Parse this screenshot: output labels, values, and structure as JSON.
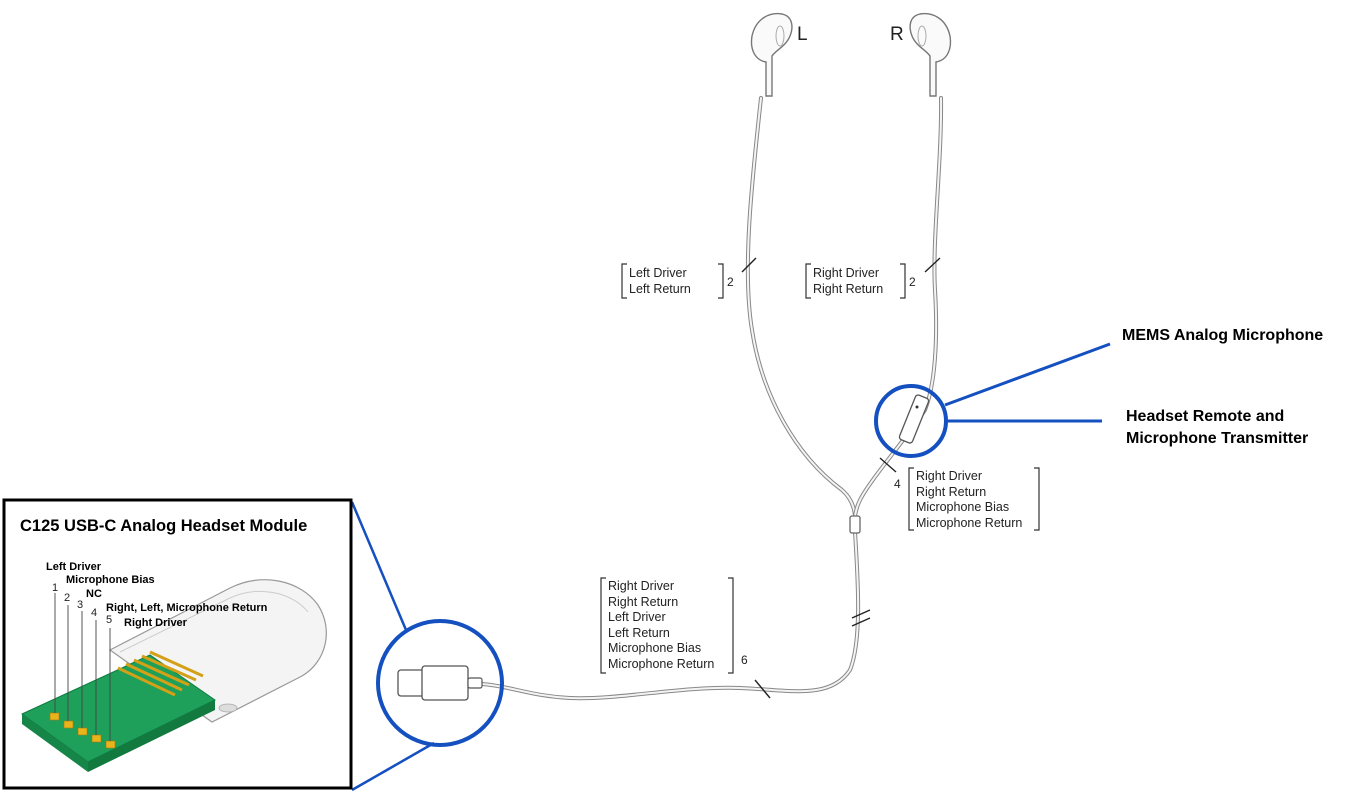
{
  "earbuds": {
    "left": "L",
    "right": "R"
  },
  "wire_groups": {
    "left_ear": {
      "lines": [
        "Left Driver",
        "Left Return"
      ],
      "count": "2"
    },
    "right_ear": {
      "lines": [
        "Right Driver",
        "Right Return"
      ],
      "count": "2"
    },
    "remote": {
      "lines": [
        "Right Driver",
        "Right Return",
        "Microphone Bias",
        "Microphone Return"
      ],
      "count": "4"
    },
    "main": {
      "lines": [
        "Right Driver",
        "Right Return",
        "Left Driver",
        "Left Return",
        "Microphone Bias",
        "Microphone Return"
      ],
      "count": "6"
    }
  },
  "callouts": {
    "mems": "MEMS Analog Microphone",
    "remote_line1": "Headset Remote and",
    "remote_line2": "Microphone Transmitter"
  },
  "module": {
    "title": "C125 USB-C Analog Headset Module",
    "pins": [
      {
        "number": "1",
        "label": "Left Driver"
      },
      {
        "number": "2",
        "label": "Microphone Bias"
      },
      {
        "number": "3",
        "label": "NC"
      },
      {
        "number": "4",
        "label": "Right, Left, Microphone Return"
      },
      {
        "number": "5",
        "label": "Right Driver"
      }
    ]
  },
  "colors": {
    "accent_blue": "#1450c0",
    "pcb_green": "#1fa05a",
    "gold_pad": "#e8b41c",
    "wire": "#999999",
    "text": "#222222"
  }
}
